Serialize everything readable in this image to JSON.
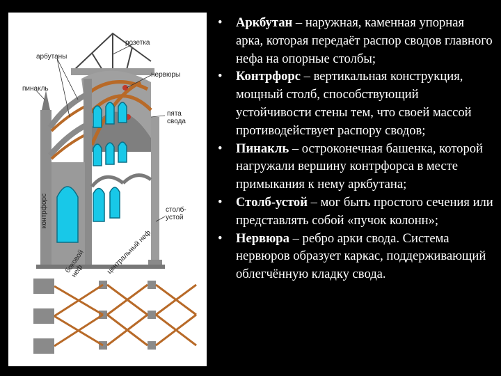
{
  "diagram": {
    "labels": {
      "rozetka": "розетка",
      "arkbutany": "арбутаны",
      "nervyury": "нервюры",
      "pinakl": "пинакль",
      "pyata_svoda": "пята\nсвода",
      "kontrfors": "контрфорс",
      "stolb_ustoy": "столб-\nустой",
      "bokovoy_nef": "боковой\nнеф",
      "tsentralny_nef": "центральный неф"
    }
  },
  "bullets": [
    {
      "term": "Аркбутан",
      "text": " – наружная, каменная упорная арка, которая передаёт распор сводов главного нефа на опорные столбы;"
    },
    {
      "term": "Контрфорс",
      "text": " – вертикальная конструкция, мощный столб, способствующий устойчивости стены тем, что своей массой противодействует распору сводов;"
    },
    {
      "term": "Пинакль",
      "text": " – остроконечная башенка, которой нагружали вершину контрфорса в месте примыкания к нему аркбутана;"
    },
    {
      "term": "Столб-устой",
      "text": " – мог быть простого сечения или представлять собой «пучок колонн»;"
    },
    {
      "term": "Нервюра",
      "text": " – ребро арки свода. Система нервюров образует каркас, поддерживающий облегчённую кладку свода."
    }
  ],
  "bullet_char": "•",
  "colors": {
    "background": "#000000",
    "text": "#ffffff",
    "glass": "#18c8e8",
    "stone": "#8e8e8e",
    "rib": "#b86a28"
  }
}
